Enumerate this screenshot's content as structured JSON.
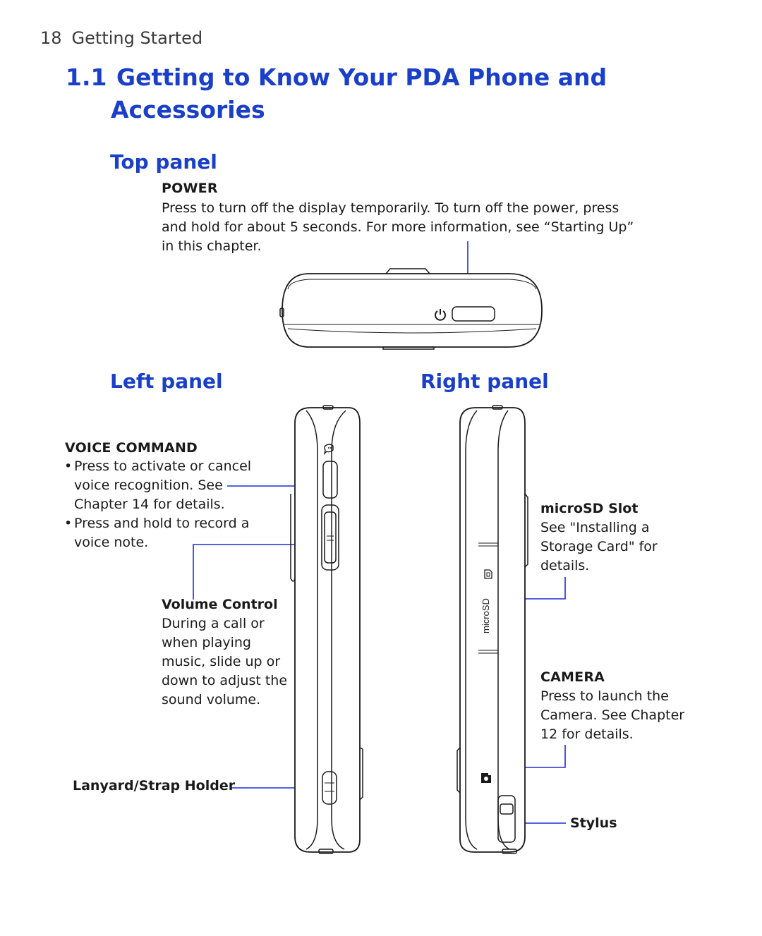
{
  "header": {
    "page_number": "18",
    "section": "Getting Started"
  },
  "title": {
    "number": "1.1",
    "line1": "Getting to Know Your PDA Phone and",
    "line2": "Accessories"
  },
  "top_panel": {
    "heading": "Top panel",
    "power_label": "POWER",
    "power_lines": [
      "Press to turn off the display temporarily. To turn off the power, press",
      "and hold for about 5 seconds. For more information, see “Starting Up”",
      "in this chapter."
    ]
  },
  "left_panel": {
    "heading": "Left panel",
    "voice_label": "VOICE COMMAND",
    "bullet_char": "•",
    "voice_bullet1": [
      "Press to activate or cancel",
      "voice recognition. See",
      "Chapter 14 for details."
    ],
    "voice_bullet2": [
      "Press and hold to record a",
      "voice note."
    ],
    "volume_label": "Volume Control",
    "volume_lines": [
      "During a call or",
      "when playing",
      "music, slide up or",
      "down to adjust the",
      "sound volume."
    ],
    "lanyard_label": "Lanyard/Strap Holder"
  },
  "right_panel": {
    "heading": "Right panel",
    "microsd_label": "microSD Slot",
    "microsd_lines": [
      "See \"Installing a",
      "Storage Card\" for",
      "details."
    ],
    "microsd_print": "microSD",
    "camera_label": "CAMERA",
    "camera_lines": [
      "Press to launch the",
      "Camera. See Chapter",
      "12 for details."
    ],
    "stylus_label": "Stylus"
  },
  "colors": {
    "heading_blue": "#1a3fc8",
    "callout_blue": "#1e2fd6",
    "text": "#1a1a1a"
  },
  "icons": [
    "power-icon",
    "voice-command-icon",
    "sd-card-icon",
    "camera-icon"
  ]
}
